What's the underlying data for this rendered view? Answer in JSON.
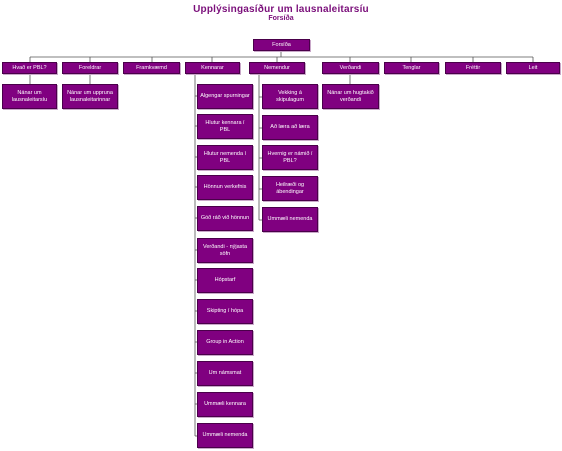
{
  "header": {
    "title": "Upplýsingasíður um lausnaleitarsíu",
    "subtitle": "Forsíða"
  },
  "root": "Forsíða",
  "top_nodes": [
    {
      "key": "hvad",
      "label": "Hvað er PBL?"
    },
    {
      "key": "foreldrar",
      "label": "Foreldrar"
    },
    {
      "key": "framkvaemd",
      "label": "Framkvæmd"
    },
    {
      "key": "kennarar",
      "label": "Kennarar"
    },
    {
      "key": "nemendur",
      "label": "Nemendur"
    },
    {
      "key": "verdandi",
      "label": "Verðandi"
    },
    {
      "key": "tenglar",
      "label": "Tenglar"
    },
    {
      "key": "frettir",
      "label": "Fréttir"
    },
    {
      "key": "leit",
      "label": "Leit"
    }
  ],
  "hvad_children": [
    "Nánar um lausnaleitarsíu"
  ],
  "foreldrar_children": [
    "Nánar um uppruna lausnaleitarinnar"
  ],
  "kennarar_children": [
    "Algengar spurningar",
    "Hlutur kennara í PBL",
    "Hlutur nemenda í PBL",
    "Hönnun verkefnis",
    "Góð ráð við hönnun",
    "Verðandi - nýjasta söfn",
    "Hópstarf",
    "Skipting í hópa",
    "Group in Action",
    "Um námsmat",
    "Ummæli kennara",
    "Ummæli nemenda"
  ],
  "nemendur_children": [
    "Vekking á skipulagum",
    "Að læra að læra",
    "Hvernig er námið í PBL?",
    "Heilræði og ábendingar",
    "Ummæli nemenda"
  ],
  "verdandi_children": [
    "Nánar um hugtakið verðandi"
  ],
  "colors": {
    "node_fill": "#800080",
    "title": "#7a0e7a",
    "line": "#555555"
  }
}
